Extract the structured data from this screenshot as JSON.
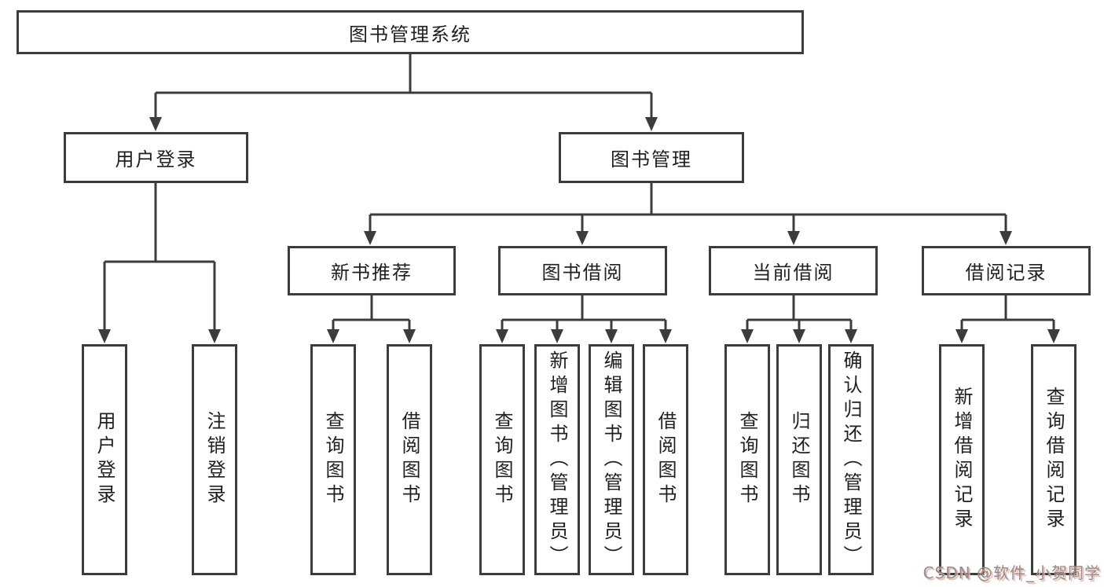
{
  "diagram_title": "图书管理系统",
  "nodes": {
    "root": "图书管理系统",
    "user_login": "用户登录",
    "book_mgmt": "图书管理",
    "login_user_login": "用户登录",
    "login_logout": "注销登录",
    "new_book_rec": "新书推荐",
    "book_borrow": "图书借阅",
    "current_borrow": "当前借阅",
    "borrow_records": "借阅记录",
    "rec_query_book": "查询图书",
    "rec_borrow_book": "借阅图书",
    "bb_query_book": "查询图书",
    "bb_add_book": "新增图书（管理员）",
    "bb_edit_book": "编辑图书（管理员）",
    "bb_borrow_book": "借阅图书",
    "cb_query_book": "查询图书",
    "cb_return_book": "归还图书",
    "cb_confirm_return": "确认归还（管理员）",
    "br_add_record": "新增借阅记录",
    "br_query_record": "查询借阅记录"
  },
  "hierarchy": {
    "图书管理系统": {
      "用户登录": [
        "用户登录",
        "注销登录"
      ],
      "图书管理": {
        "新书推荐": [
          "查询图书",
          "借阅图书"
        ],
        "图书借阅": [
          "查询图书",
          "新增图书（管理员）",
          "编辑图书（管理员）",
          "借阅图书"
        ],
        "当前借阅": [
          "查询图书",
          "归还图书",
          "确认归还（管理员）"
        ],
        "借阅记录": [
          "新增借阅记录",
          "查询借阅记录"
        ]
      }
    }
  },
  "watermark": "CSDN @软件_小贺同学",
  "colors": {
    "line": "#3c3c3c",
    "text": "#1f1f1f",
    "background": "#ffffff",
    "watermark": "#8f8f8f",
    "watermark_shadow": "#efaea4"
  }
}
